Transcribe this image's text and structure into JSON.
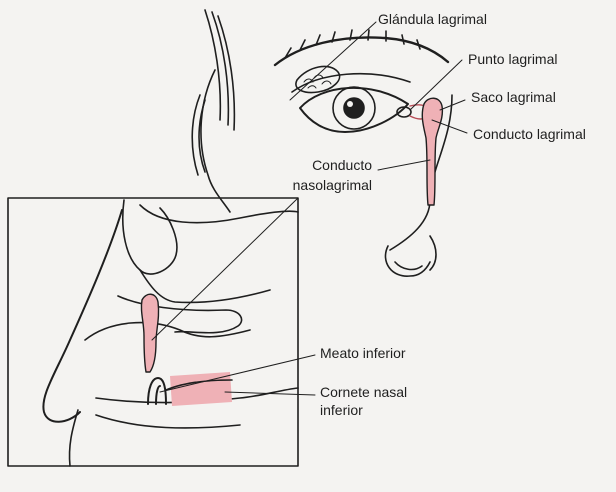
{
  "labels": {
    "glandula": "Glándula lagrimal",
    "punto": "Punto lagrimal",
    "saco": "Saco lagrimal",
    "conducto_lagrimal": "Conducto lagrimal",
    "conducto_naso_1": "Conducto",
    "conducto_naso_2": "nasolagrimal",
    "meato": "Meato inferior",
    "cornete_1": "Cornete nasal",
    "cornete_2": "inferior"
  },
  "colors": {
    "duct_fill": "#efb1b6",
    "ink": "#1f1f1f",
    "paper": "#f4f3f1"
  }
}
